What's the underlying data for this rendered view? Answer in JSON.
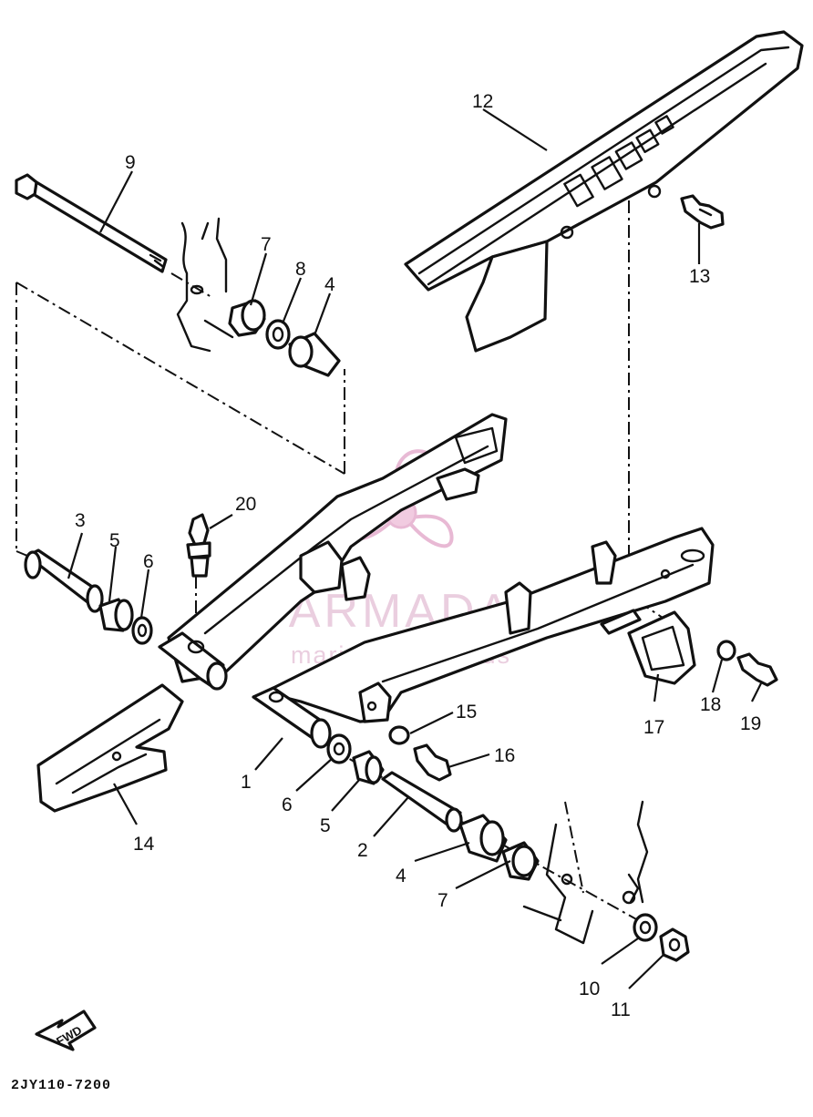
{
  "diagram": {
    "callouts": [
      {
        "id": "c12",
        "label": "12"
      },
      {
        "id": "c13",
        "label": "13"
      },
      {
        "id": "c9",
        "label": "9"
      },
      {
        "id": "c7a",
        "label": "7"
      },
      {
        "id": "c8",
        "label": "8"
      },
      {
        "id": "c4a",
        "label": "4"
      },
      {
        "id": "c20",
        "label": "20"
      },
      {
        "id": "c3",
        "label": "3"
      },
      {
        "id": "c5a",
        "label": "5"
      },
      {
        "id": "c6a",
        "label": "6"
      },
      {
        "id": "c15",
        "label": "15"
      },
      {
        "id": "c16",
        "label": "16"
      },
      {
        "id": "c1",
        "label": "1"
      },
      {
        "id": "c6b",
        "label": "6"
      },
      {
        "id": "c5b",
        "label": "5"
      },
      {
        "id": "c2",
        "label": "2"
      },
      {
        "id": "c4b",
        "label": "4"
      },
      {
        "id": "c7b",
        "label": "7"
      },
      {
        "id": "c14",
        "label": "14"
      },
      {
        "id": "c17",
        "label": "17"
      },
      {
        "id": "c18",
        "label": "18"
      },
      {
        "id": "c19",
        "label": "19"
      },
      {
        "id": "c10",
        "label": "10"
      },
      {
        "id": "c11",
        "label": "11"
      }
    ],
    "fwd_label": "FWD",
    "drawing_code": "2JY110-7200"
  },
  "watermark": {
    "brand": "ARMADA",
    "tagline": "marine outboards",
    "color": "#d98cb9"
  }
}
